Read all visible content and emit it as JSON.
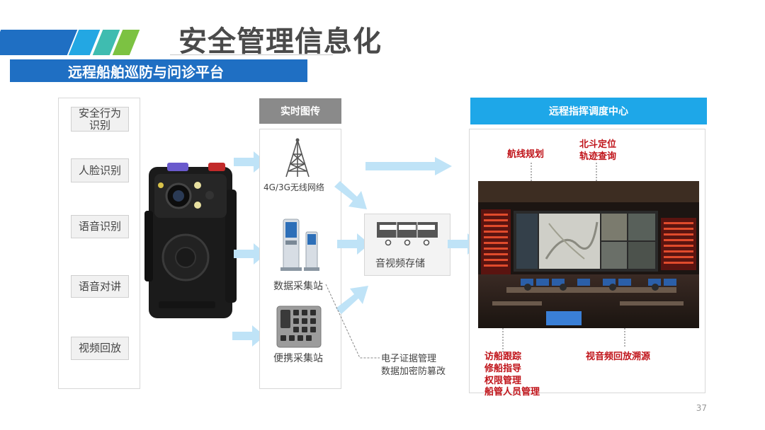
{
  "header": {
    "title": "安全管理信息化",
    "subtitle": "远程船舶巡防与问诊平台"
  },
  "left_panel": {
    "items": [
      {
        "label": "安全行为识别"
      },
      {
        "label": "人脸识别"
      },
      {
        "label": "语音识别"
      },
      {
        "label": "语音对讲"
      },
      {
        "label": "视频回放"
      }
    ]
  },
  "middle_panel": {
    "header": "实时图传",
    "network_label": "4G/3G无线网络",
    "station_label": "数据采集站",
    "portable_label": "便携采集站"
  },
  "storage": {
    "label": "音视频存储"
  },
  "evidence": {
    "line1": "电子证据管理",
    "line2": "数据加密防篡改"
  },
  "command_center": {
    "header": "远程指挥调度中心",
    "route_planning": "航线规划",
    "beidou_line1": "北斗定位",
    "beidou_line2": "轨迹查询",
    "bottom_left": [
      "访船跟踪",
      "修船指导",
      "权限管理",
      "船管人员管理"
    ],
    "bottom_right": "视音频回放溯源"
  },
  "page_number": "37",
  "colors": {
    "accent_blue": "#1f6fc3",
    "cyan_header": "#1ea7e8",
    "gray_header": "#8a8a8a",
    "annotation_red": "#c0141a",
    "arrow_light_blue": "#bfe3f7"
  }
}
